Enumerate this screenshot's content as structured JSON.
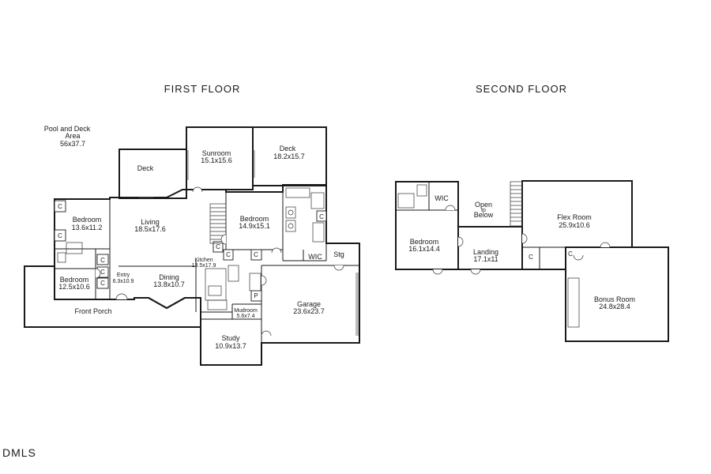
{
  "titles": {
    "first_floor": "FIRST FLOOR",
    "second_floor": "SECOND FLOOR"
  },
  "watermark": "DMLS",
  "first_floor": {
    "pool": {
      "name": "Pool and Deck",
      "sub": "Area",
      "dims": "56x37.7"
    },
    "deck_left": {
      "name": "Deck"
    },
    "sunroom": {
      "name": "Sunroom",
      "dims": "15.1x15.6"
    },
    "deck_right": {
      "name": "Deck",
      "dims": "18.2x15.7"
    },
    "bedroom_nw": {
      "name": "Bedroom",
      "dims": "13.6x11.2"
    },
    "living": {
      "name": "Living",
      "dims": "18.5x17.6"
    },
    "bedroom_primary": {
      "name": "Bedroom",
      "dims": "14.9x15.1"
    },
    "bedroom_sw": {
      "name": "Bedroom",
      "dims": "12.5x10.6"
    },
    "entry": {
      "name": "Entry",
      "dims": "6.3x10.9"
    },
    "dining": {
      "name": "Dining",
      "dims": "13.8x10.7"
    },
    "kitchen": {
      "name": "Kitchen",
      "dims": "13.5x17.9"
    },
    "wic": {
      "name": "WIC"
    },
    "stg": {
      "name": "Stg"
    },
    "garage": {
      "name": "Garage",
      "dims": "23.6x23.7"
    },
    "mudroom": {
      "name": "Mudroom",
      "dims": "5.6x7.4"
    },
    "study": {
      "name": "Study",
      "dims": "10.9x13.7"
    },
    "front_porch": {
      "name": "Front Porch"
    },
    "pantry_tag": "P",
    "closet_tag": "C"
  },
  "second_floor": {
    "wic": {
      "name": "WIC"
    },
    "open_to_below": {
      "line1": "Open",
      "line2": "to",
      "line3": "Below"
    },
    "bedroom": {
      "name": "Bedroom",
      "dims": "16.1x14.4"
    },
    "landing": {
      "name": "Landing",
      "dims": "17.1x11"
    },
    "flex_room": {
      "name": "Flex Room",
      "dims": "25.9x10.6"
    },
    "bonus_room": {
      "name": "Bonus Room",
      "dims": "24.8x28.4"
    },
    "closet_tag": "C"
  }
}
